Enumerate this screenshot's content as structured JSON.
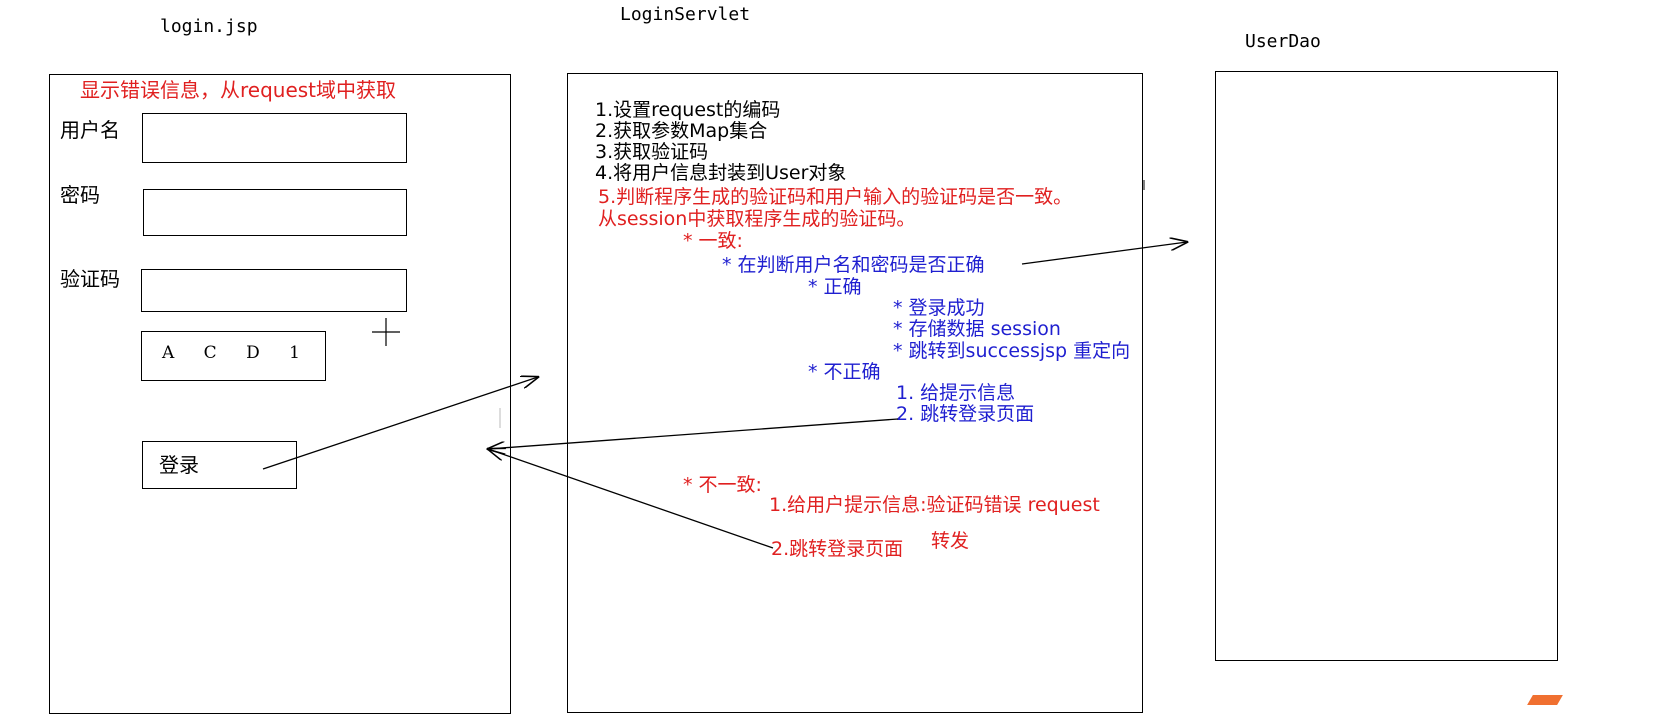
{
  "titles": {
    "login": "login.jsp",
    "servlet": "LoginServlet",
    "dao": "UserDao"
  },
  "login_form": {
    "error_note": "显示错误信息，从request域中获取",
    "username_label": "用户名",
    "password_label": "密码",
    "captcha_label": "验证码",
    "captcha_image_text": "A C D 1",
    "login_button": "登录"
  },
  "servlet_steps": {
    "s1": "1.设置request的编码",
    "s2": "2.获取参数Map集合",
    "s3": "3.获取验证码",
    "s4": "4.将用户信息封装到User对象",
    "s5a": "5.判断程序生成的验证码和用户输入的验证码是否一致。",
    "s5b": "从session中获取程序生成的验证码。",
    "match": "* 一致:",
    "check_user": "* 在判断用户名和密码是否正确",
    "correct": "* 正确",
    "login_success": "* 登录成功",
    "store_data": "* 存储数据 session",
    "redirect": "* 跳转到successjsp 重定向",
    "incorrect": "* 不正确",
    "give_hint": "1. 给提示信息",
    "goto_login": "2. 跳转登录页面",
    "mismatch": "* 不一致:",
    "mismatch_hint": "1.给用户提示信息:验证码错误 request",
    "mismatch_goto": "2.跳转登录页面",
    "forward": "转发"
  },
  "colors": {
    "red": "#e02020",
    "blue": "#1f1fd0",
    "black": "#000000"
  }
}
